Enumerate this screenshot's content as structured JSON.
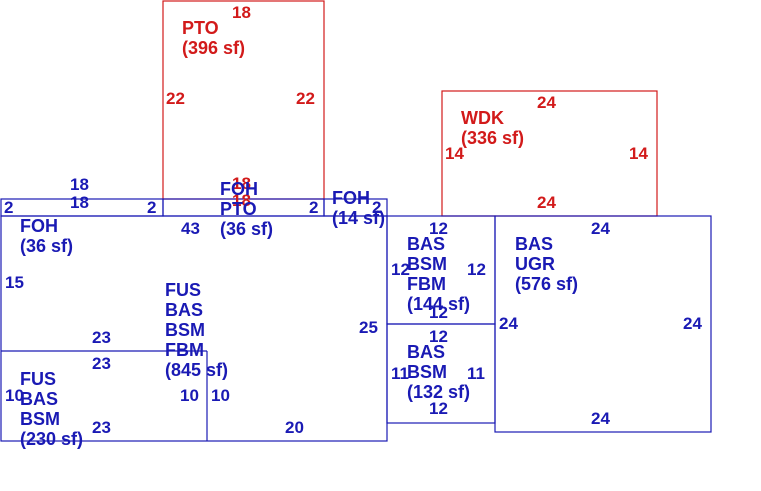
{
  "colors": {
    "living": "#1a1ab4",
    "exterior": "#d21a1a",
    "background": "#ffffff"
  },
  "areas": {
    "pto_top": {
      "name": "PTO",
      "size": "(396 sf)"
    },
    "wdk": {
      "name": "WDK",
      "size": "(336 sf)"
    },
    "foh_pto_name1": "FOH",
    "foh_pto_name2": "PTO",
    "foh_pto_size": "(36 sf)",
    "foh_right": {
      "name": "FOH",
      "size": "(14 sf)"
    },
    "foh_left": {
      "name": "FOH",
      "size": "(36 sf)"
    },
    "main": {
      "l1": "FUS",
      "l2": "BAS",
      "l3": "BSM",
      "l4": "FBM",
      "size": "(845 sf)"
    },
    "small": {
      "l1": "FUS",
      "l2": "BAS",
      "l3": "BSM",
      "size": "(230 sf)"
    },
    "bas_fbm": {
      "l1": "BAS",
      "l2": "BSM",
      "l3": "FBM",
      "size": "(144 sf)"
    },
    "bas_bsm": {
      "l1": "BAS",
      "l2": "BSM",
      "size": "(132 sf)"
    },
    "bas_ugr": {
      "l1": "BAS",
      "l2": "UGR",
      "size": "(576 sf)"
    }
  },
  "dimensions": {
    "pto_top": "18",
    "pto_left": "22",
    "pto_right": "22",
    "pto_bottom": "18",
    "pto_bottom2": "18",
    "wdk_top": "24",
    "wdk_left": "14",
    "wdk_right": "14",
    "wdk_bottom": "24",
    "foh_left_top1": "18",
    "foh_left_top2": "18",
    "foh_left_side1": "2",
    "foh_left_side2": "2",
    "foh_mid_side": "2",
    "foh_right_side": "2",
    "main_top": "43",
    "main_left": "15",
    "main_right": "25",
    "main_bottom": "20",
    "small_top1": "23",
    "small_top2": "23",
    "small_left": "10",
    "small_right1": "10",
    "small_right2": "10",
    "small_bottom": "23",
    "fbm_top": "12",
    "fbm_left": "12",
    "fbm_right": "12",
    "fbm_bottom": "12",
    "bsm_top": "12",
    "bsm_left": "11",
    "bsm_right": "11",
    "bsm_bottom": "12",
    "ugr_top": "24",
    "ugr_left": "24",
    "ugr_right": "24",
    "ugr_bottom": "24"
  }
}
